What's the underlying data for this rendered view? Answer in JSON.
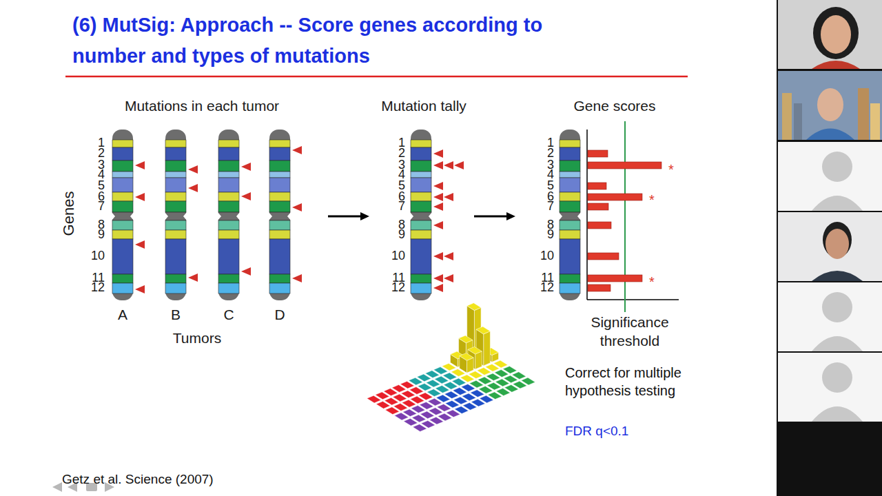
{
  "diagram": {
    "title": "(6) MutSig: Approach -- Score genes according to number and types of mutations",
    "labels": [
      "Mutations in each tumor",
      "Genes",
      "1",
      "2",
      "3",
      "4",
      "5",
      "6",
      "7",
      "8",
      "9",
      "10",
      "11",
      "12",
      "A",
      "B",
      "C",
      "D",
      "Tumors",
      "Mutation tally",
      "1",
      "2",
      "3",
      "4",
      "5",
      "6",
      "7",
      "8",
      "9",
      "10",
      "11",
      "12",
      "Gene scores",
      "1",
      "2",
      "3",
      "4",
      "5",
      "6",
      "7",
      "8",
      "9",
      "10",
      "11",
      "12",
      "*",
      "*",
      "*",
      "Significance threshold",
      "Correct for multiple hypothesis testing",
      "FDR q<0.1",
      "Getz et al. Science (2007)"
    ]
  }
}
